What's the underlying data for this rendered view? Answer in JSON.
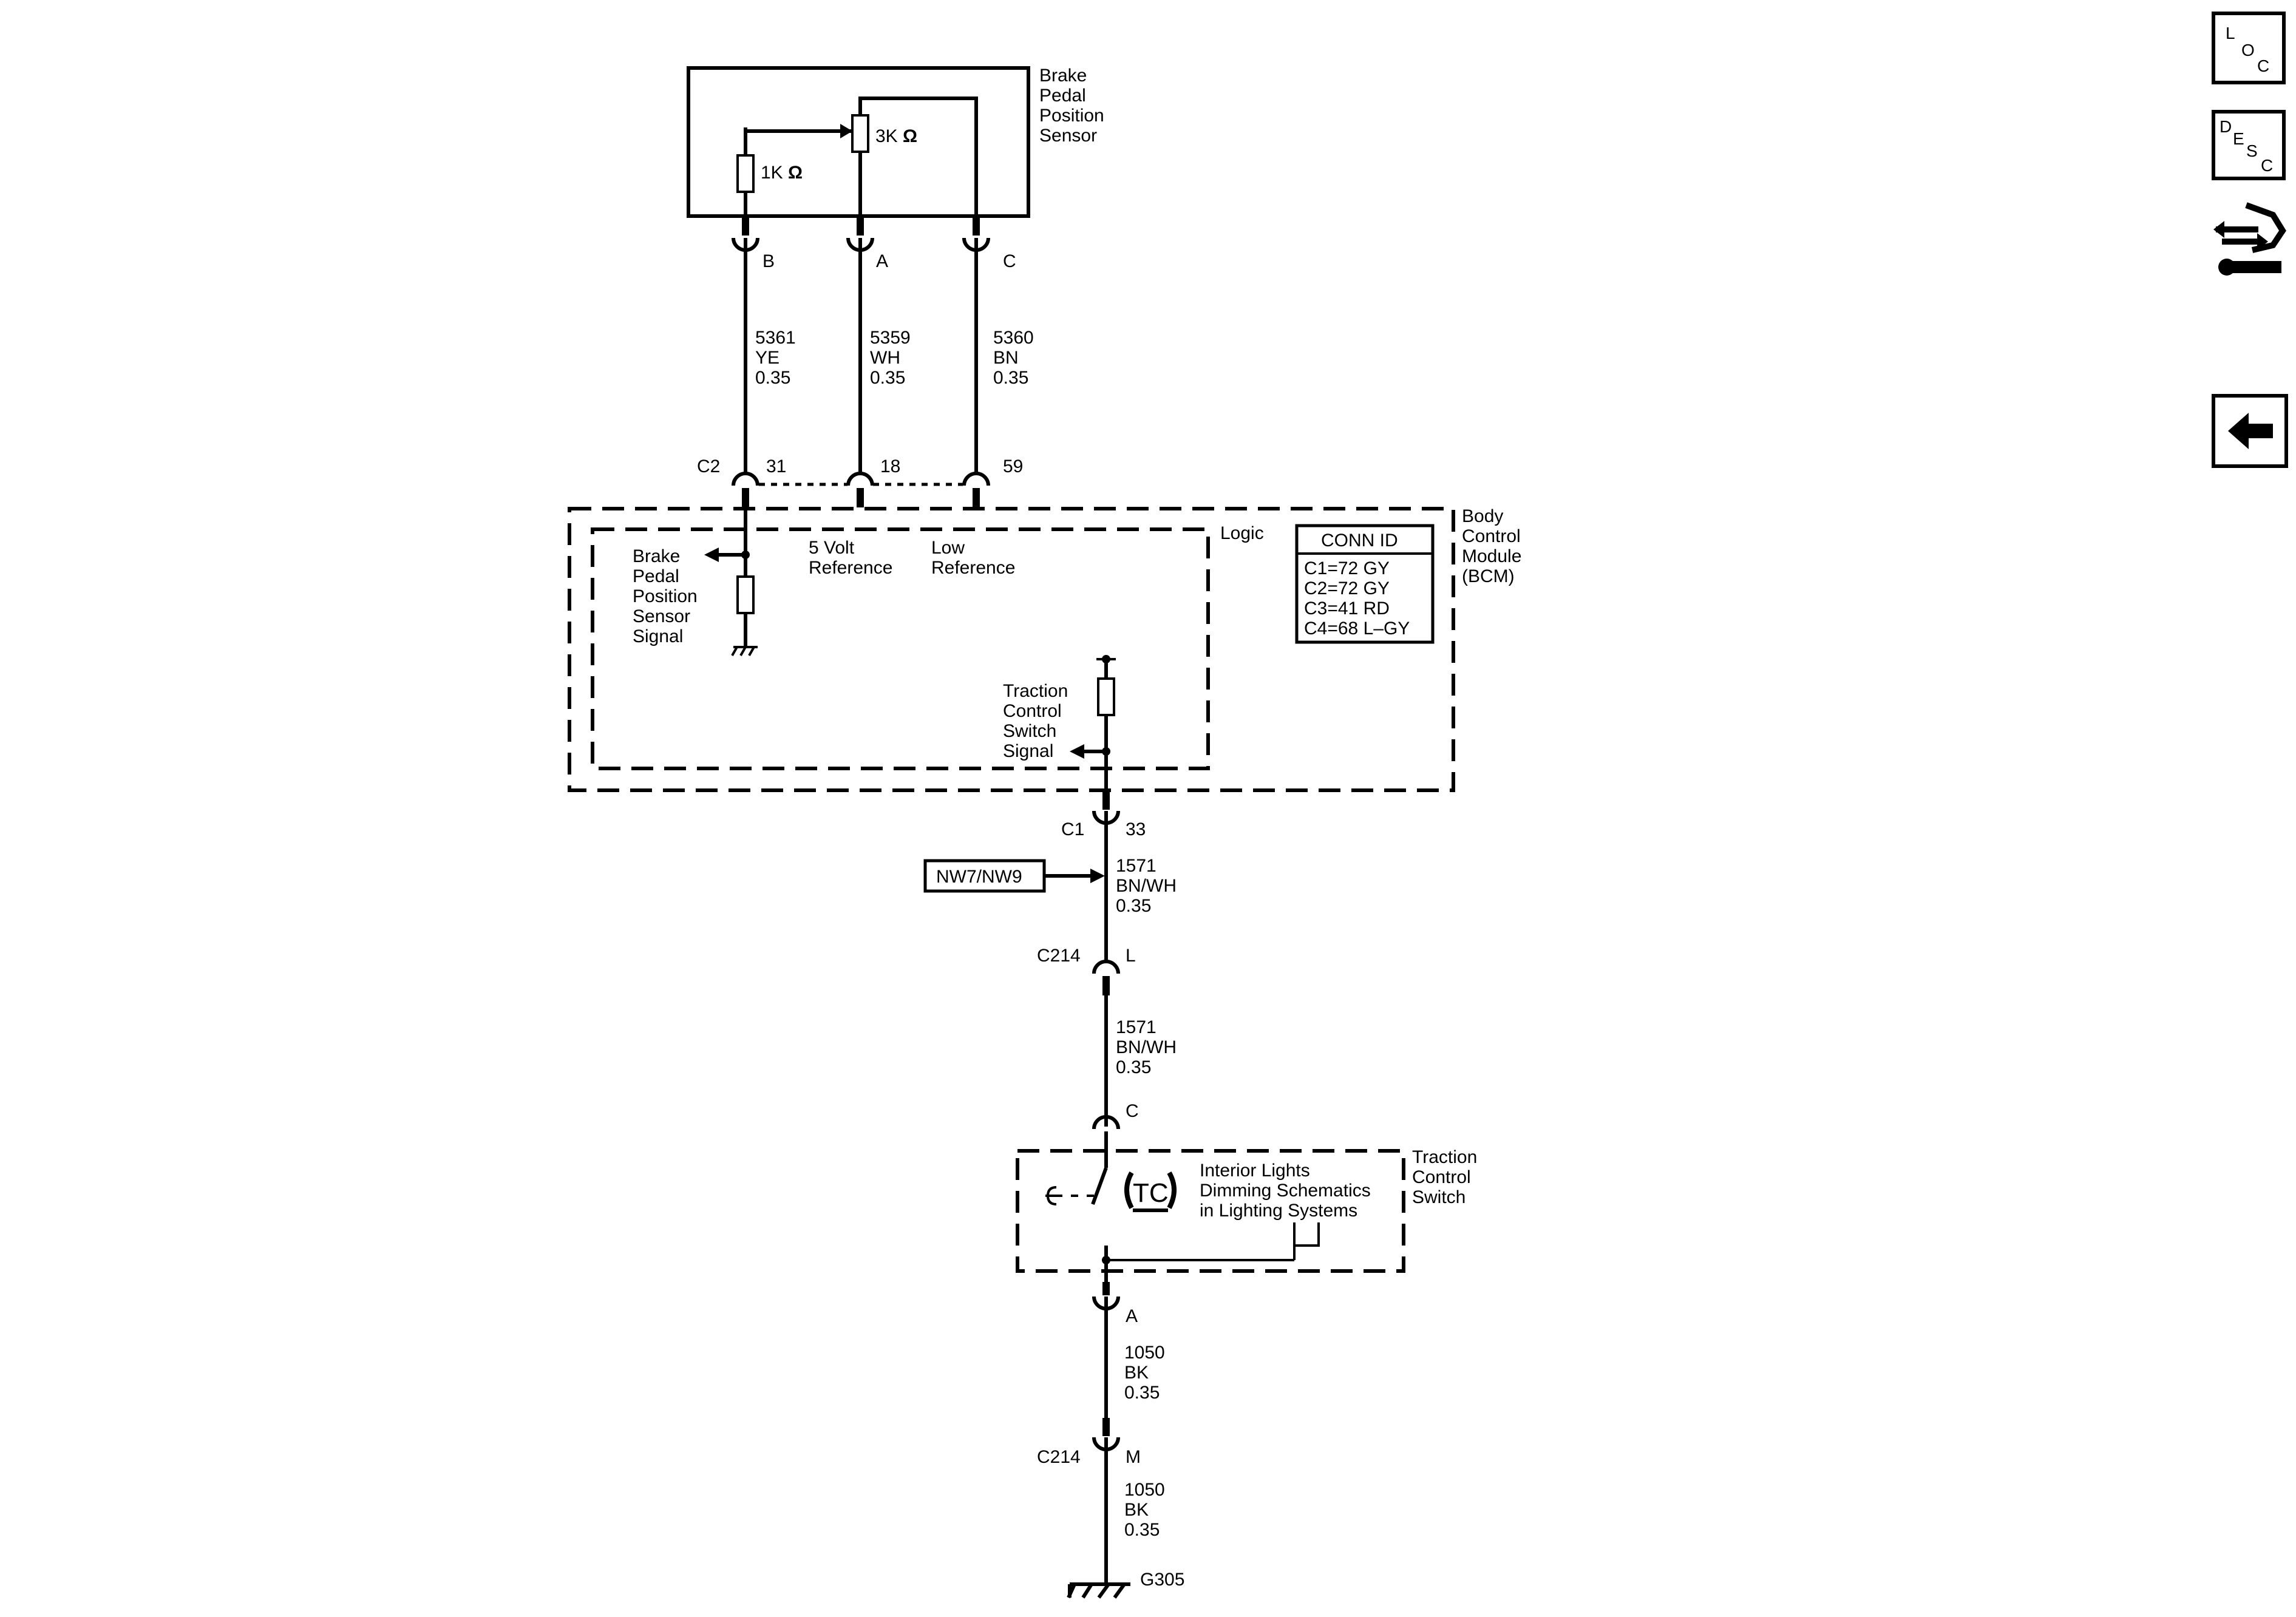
{
  "sensor": {
    "title": [
      "Brake",
      "Pedal",
      "Position",
      "Sensor"
    ],
    "r1": "1K",
    "r2": "3K",
    "ohm": "Ω",
    "pins": [
      "B",
      "A",
      "C"
    ]
  },
  "wires": {
    "top": [
      {
        "circuit": "5361",
        "color": "YE",
        "gauge": "0.35"
      },
      {
        "circuit": "5359",
        "color": "WH",
        "gauge": "0.35"
      },
      {
        "circuit": "5360",
        "color": "BN",
        "gauge": "0.35"
      }
    ],
    "w1571a": {
      "circuit": "1571",
      "color": "BN/WH",
      "gauge": "0.35"
    },
    "w1571b": {
      "circuit": "1571",
      "color": "BN/WH",
      "gauge": "0.35"
    },
    "w1050a": {
      "circuit": "1050",
      "color": "BK",
      "gauge": "0.35"
    },
    "w1050b": {
      "circuit": "1050",
      "color": "BK",
      "gauge": "0.35"
    }
  },
  "bcm": {
    "title": [
      "Body",
      "Control",
      "Module",
      "(BCM)"
    ],
    "logic": "Logic",
    "c2": "C2",
    "c2_pins": [
      "31",
      "18",
      "59"
    ],
    "bpps_signal": [
      "Brake",
      "Pedal",
      "Position",
      "Sensor",
      "Signal"
    ],
    "five_volt": [
      "5 Volt",
      "Reference"
    ],
    "low_ref": [
      "Low",
      "Reference"
    ],
    "tcs_signal": [
      "Traction",
      "Control",
      "Switch",
      "Signal"
    ],
    "conn_header": "CONN ID",
    "conn_rows": [
      "C1=72 GY",
      "C2=72 GY",
      "C3=41 RD",
      "C4=68 L–GY"
    ],
    "c1": "C1",
    "c1_pin": "33"
  },
  "option_box": "NW7/NW9",
  "c214_top": {
    "conn": "C214",
    "pin": "L"
  },
  "tcs": {
    "title": [
      "Traction",
      "Control",
      "Switch"
    ],
    "pin_top": "C",
    "pin_bottom": "A",
    "icon": "TC",
    "note": [
      "Interior Lights",
      "Dimming Schematics",
      "in Lighting Systems"
    ]
  },
  "c214_bot": {
    "conn": "C214",
    "pin": "M"
  },
  "ground": "G305",
  "nav": {
    "loc": [
      "L",
      "O",
      "C"
    ],
    "desc": [
      "D",
      "E",
      "S",
      "C"
    ]
  }
}
